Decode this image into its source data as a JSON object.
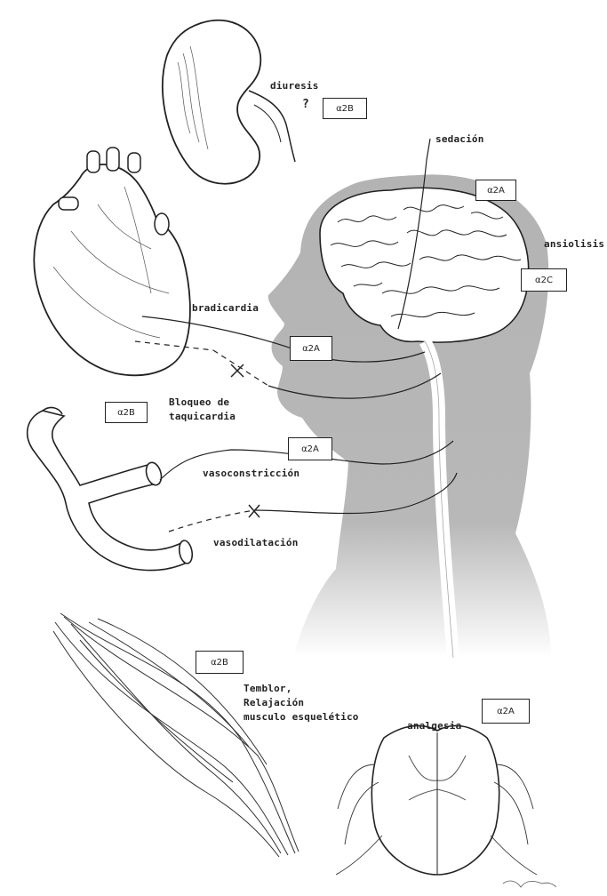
{
  "labels": {
    "diuresis": "diuresis",
    "question": "?",
    "sedacion": "sedación",
    "ansiolisis": "ansiolisis",
    "bradicardia": "bradicardia",
    "bloqueo_line1": "Bloqueo de",
    "bloqueo_line2": "taquicardia",
    "vasoconstriccion": "vasoconstricción",
    "vasodilatacion": "vasodilatación",
    "temblor_line1": "Temblor,",
    "temblor_line2": "Relajación",
    "temblor_line3": "musculo esquelético",
    "analgesia": "analgesia"
  },
  "receptors": {
    "kidney": "α2B",
    "brain_top": "α2A",
    "brain_side": "α2C",
    "heart_face": "α2A",
    "heart_block": "α2B",
    "vessel": "α2A",
    "muscle": "α2B",
    "spinal": "α2A"
  },
  "colors": {
    "head": "#b3b3b3",
    "ink": "#222222"
  }
}
